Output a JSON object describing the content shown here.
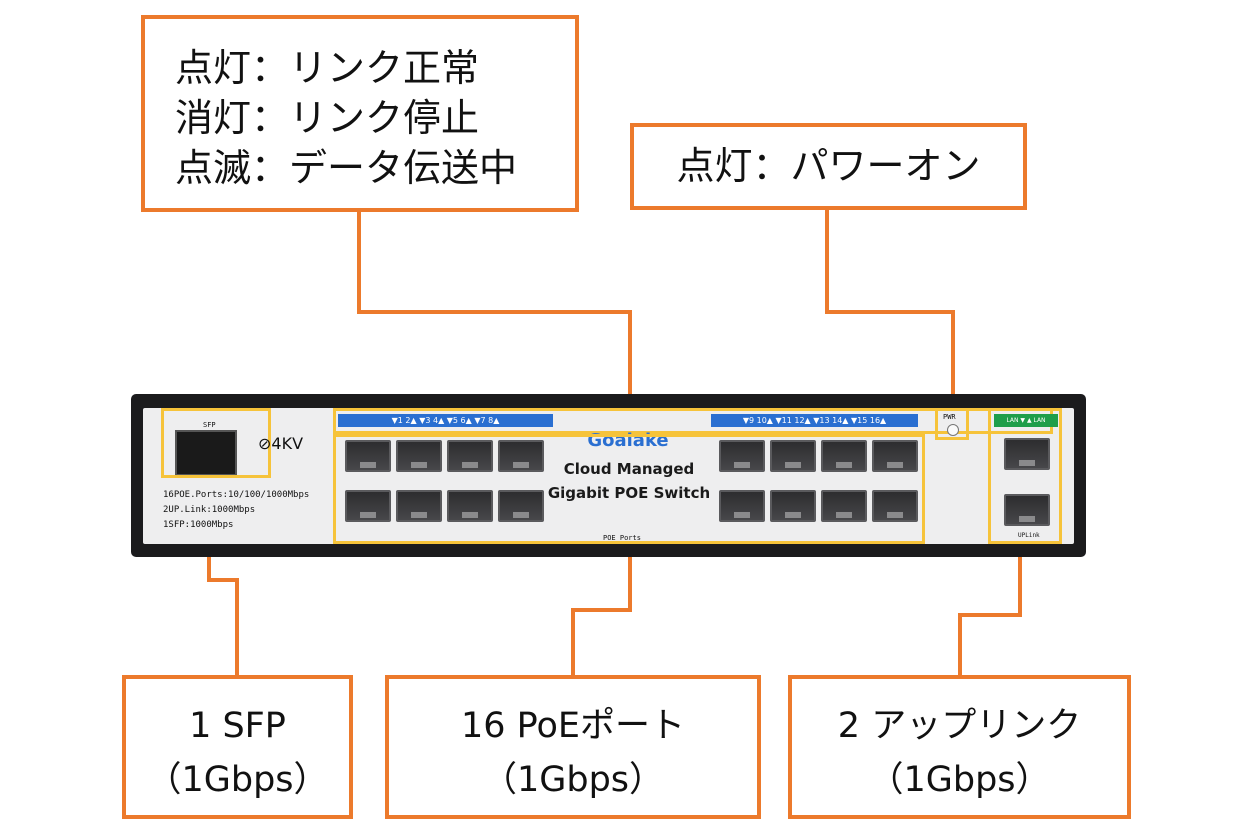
{
  "callouts": {
    "led": {
      "lines": [
        "点灯：リンク正常",
        "消灯：リンク停止",
        "点滅：データ伝送中"
      ]
    },
    "power": {
      "text": "点灯：パワーオン"
    },
    "sfp": {
      "line1": "1 SFP",
      "line2": "（1Gbps）"
    },
    "poe": {
      "line1": "16 PoEポート",
      "line2": "（1Gbps）"
    },
    "uplink": {
      "line1": "2 アップリンク",
      "line2": "（1Gbps）"
    }
  },
  "device": {
    "sfp_label": "SFP",
    "surge": "⊘4KV",
    "spec_lines": [
      "16POE.Ports:10/100/1000Mbps",
      "2UP.Link:1000Mbps",
      "1SFP:1000Mbps"
    ],
    "brand": "Goalake",
    "model_line1": "Cloud Managed",
    "model_line2": "Gigabit POE Switch",
    "poe_label": "POE Ports",
    "pwr_label": "PWR",
    "uplink_label": "UPLink",
    "strip_left": "▼1  2▲   ▼3  4▲   ▼5  6▲   ▼7  8▲",
    "strip_right": "▼9 10▲  ▼11 12▲  ▼13 14▲  ▼15 16▲",
    "uplink_strip": "LAN ▼   ▲ LAN"
  },
  "colors": {
    "callout_border": "#ec7a2c",
    "highlight": "#f6c33a",
    "led_strip": "#2a6fd1"
  }
}
